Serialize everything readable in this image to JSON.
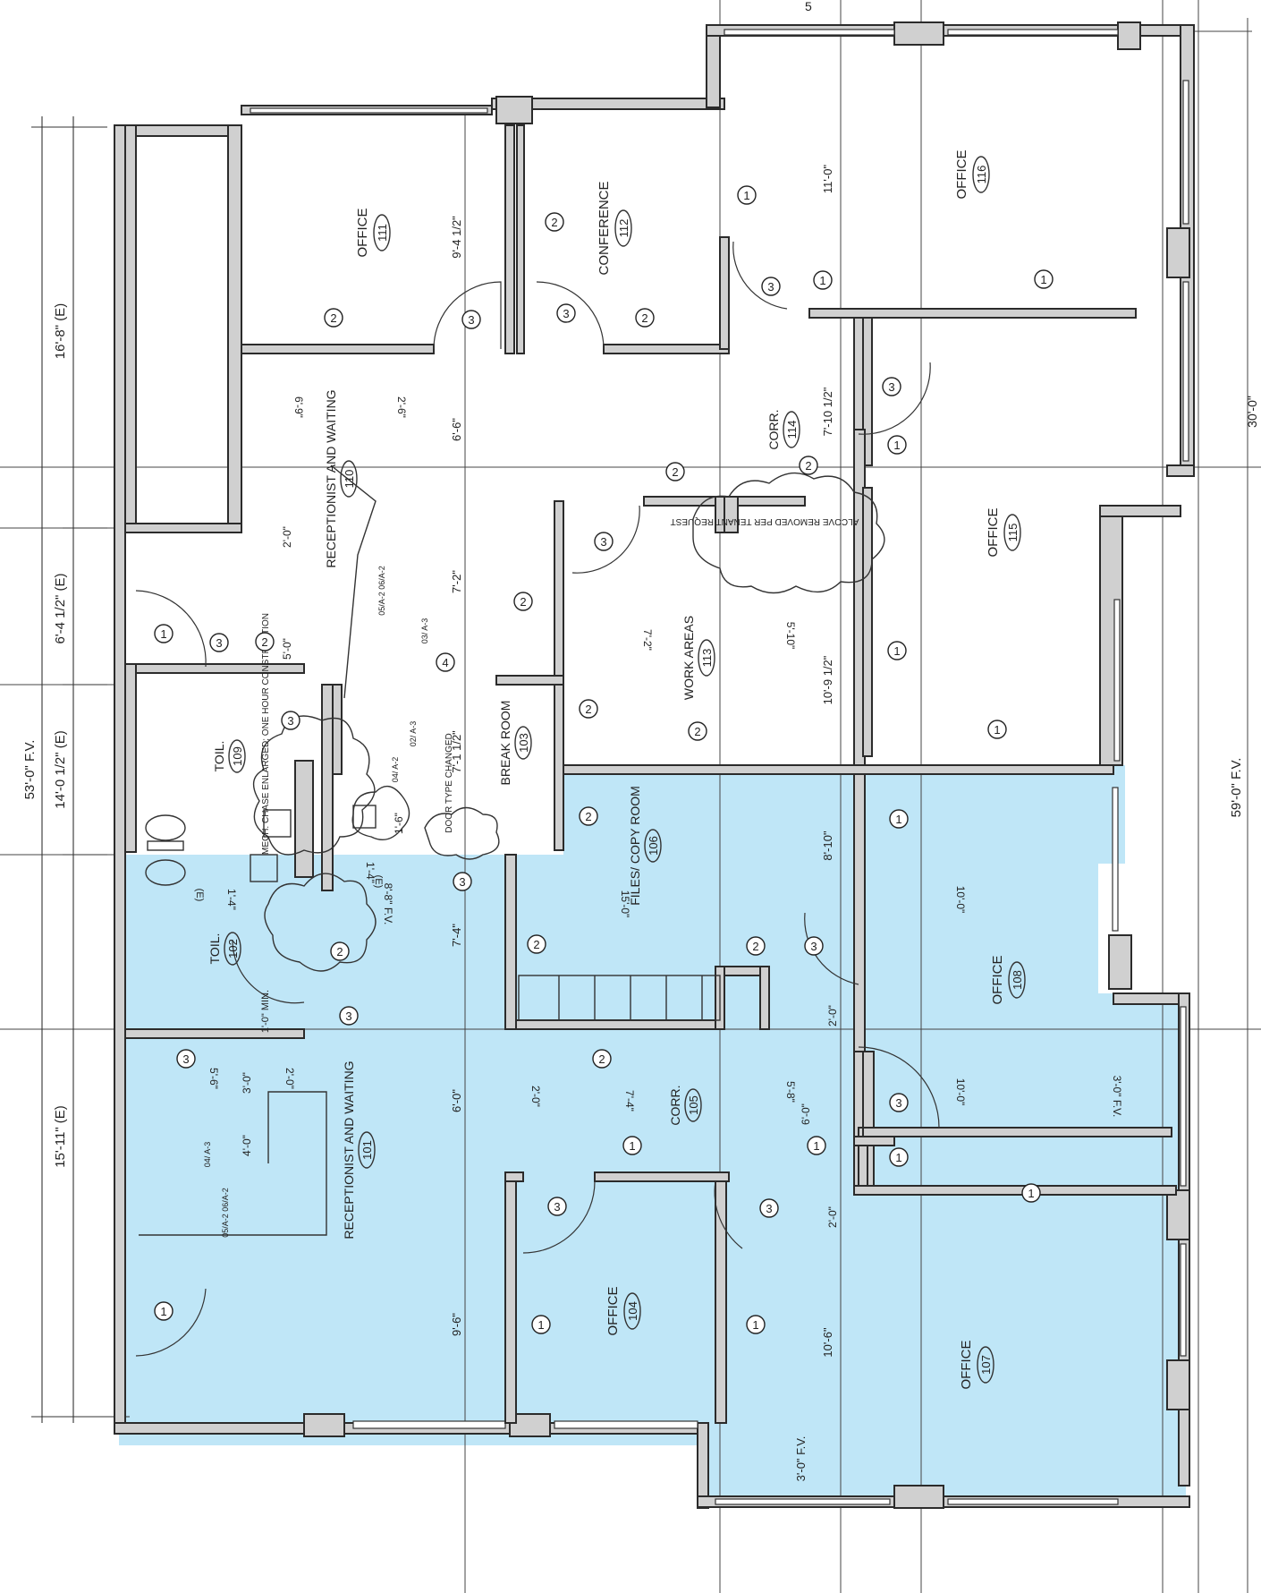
{
  "highlight_color": "#bfe6f7",
  "rooms": [
    {
      "id": "office-111",
      "name": "OFFICE",
      "num": "111"
    },
    {
      "id": "conference-112",
      "name": "CONFERENCE",
      "num": "112"
    },
    {
      "id": "office-116",
      "name": "OFFICE",
      "num": "116"
    },
    {
      "id": "receptionist-110",
      "name": "RECEPTIONIST AND WAITING",
      "num": "110"
    },
    {
      "id": "corr-114",
      "name": "CORR.",
      "num": "114"
    },
    {
      "id": "office-115",
      "name": "OFFICE",
      "num": "115"
    },
    {
      "id": "work-113",
      "name": "WORK AREAS",
      "num": "113"
    },
    {
      "id": "toil-109",
      "name": "TOIL.",
      "num": "109"
    },
    {
      "id": "break-103",
      "name": "BREAK ROOM",
      "num": "103"
    },
    {
      "id": "files-106",
      "name": "FILES/ COPY ROOM",
      "num": "106"
    },
    {
      "id": "toil-102",
      "name": "TOIL.",
      "num": "102"
    },
    {
      "id": "office-108",
      "name": "OFFICE",
      "num": "108"
    },
    {
      "id": "receptionist-101",
      "name": "RECEPTIONIST AND WAITING",
      "num": "101"
    },
    {
      "id": "corr-105",
      "name": "CORR.",
      "num": "105"
    },
    {
      "id": "office-104",
      "name": "OFFICE",
      "num": "104"
    },
    {
      "id": "office-107",
      "name": "OFFICE",
      "num": "107"
    }
  ],
  "notes": {
    "alcove": "ALCOVE REMOVED PER TENANT REQUEST",
    "mech": "MECH. CHASE ENLARGED; ONE HOUR CONSTRUCTION",
    "door_type": "DOOR TYPE CHANGED",
    "ref1": "05/A-2 06/A-2",
    "ref2": "03/ A-3",
    "ref3": "02/ A-3",
    "ref4": "04/ A-2",
    "ref5": "04/ A-3",
    "ref6": "05/A-2 06/A-2"
  },
  "left_dims": [
    "16'-8\" (E)",
    "6'-4 1/2\" (E)",
    "14'-0 1/2\" (E)",
    "15'-11\" (E)"
  ],
  "overall": {
    "left": "53'-0\" F.V.",
    "right": "59'-0\" F.V.",
    "top_right": "30'-0\"",
    "corner": "5"
  },
  "dims": [
    "9'-4 1/2\"",
    "6'-6\"",
    "7'-2\"",
    "7'-1 1/2\"",
    "7'-4\"",
    "6'-0\"",
    "9'-6\"",
    "11'-0\"",
    "7'-10 1/2\"",
    "10'-9 1/2\"",
    "8'-10\"",
    "10'-6\"",
    "3'-0\" F.V.",
    "6'-9\"",
    "2'-6\"",
    "2'-0\"",
    "5'-0\"",
    "1'-6\"",
    "1'-4\"",
    "8'-8\" F.V.",
    "1'-0\" MIN.",
    "5'-6\"",
    "3'-0\"",
    "2'-0\"",
    "4'-0\"",
    "7'-2\"",
    "5'-10\"",
    "15'-0\"",
    "10'-0\"",
    "10'-0\"",
    "7'-4\"",
    "2'-0\"",
    "5'-8\"",
    "6'-0\"",
    "2'-0\"",
    "2'-0\"",
    "3'-0\" F.V.",
    "1'-4\"",
    "(E)",
    "(E)"
  ],
  "tags": [
    "1",
    "2",
    "3",
    "4"
  ]
}
